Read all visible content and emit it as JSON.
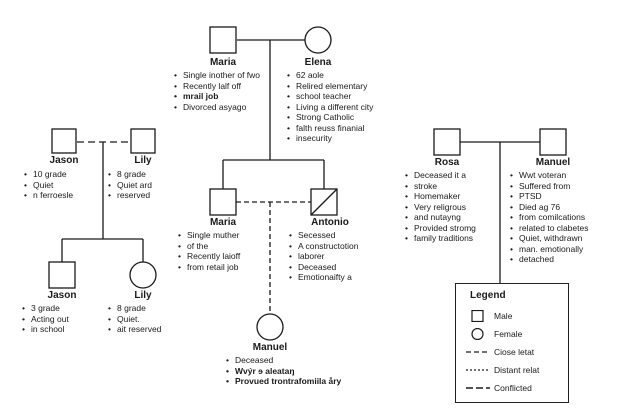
{
  "persons": {
    "maria_top": {
      "name": "Maria",
      "notes": [
        "Single inother of fwo",
        "Recently lalf off",
        "mrail job",
        "Divorced asyago"
      ]
    },
    "elena": {
      "name": "Elena",
      "notes": [
        "62 aole",
        "Relired elementary",
        "school teacher",
        "Living a different city",
        "Strong Catholic",
        "falth  reuss finanial",
        "insecurity"
      ]
    },
    "jason_top": {
      "name": "Jason",
      "notes": [
        "10 grade",
        "Quiet",
        "n ferroesle"
      ]
    },
    "lily_top": {
      "name": "Lily",
      "notes": [
        "8 grade",
        "Quiet ard",
        "reserved"
      ]
    },
    "maria_mid": {
      "name": "Maria",
      "notes": [
        "Single muther",
        "of the",
        "Recently laioff",
        "from retail job"
      ]
    },
    "antonio": {
      "name": "Antonio",
      "notes": [
        "Secessed",
        "A constructotion",
        "laborer",
        "Deceased",
        "Emotionaifty a"
      ]
    },
    "jason_bottom": {
      "name": "Jason",
      "notes": [
        "3 grade",
        "Acting out",
        "in school"
      ]
    },
    "lily_bottom": {
      "name": "Lily",
      "notes": [
        "8 grade",
        "Quiet.",
        "ait reserved"
      ]
    },
    "manuel_bottom": {
      "name": "Manuel",
      "notes": [
        "Deceased",
        "Wvýr ɘ aleataŋ",
        "Provued trontrafomiila åry"
      ]
    },
    "rosa": {
      "name": "Rosa",
      "notes": [
        "Deceased it a",
        "stroke",
        "Homemaker",
        "Very religrous",
        "and nutayng",
        "Provided stromg",
        "family traditions"
      ]
    },
    "manuel_right": {
      "name": "Manuel",
      "notes": [
        "Wwt voteran",
        "Suffered from",
        "PTSD",
        "Died ag 76",
        "from comilcations",
        "related to clabetes",
        "Quiet, withdrawn",
        "man. emotionally",
        "detached"
      ]
    }
  },
  "legend": {
    "title": "Legend",
    "items": [
      "Male",
      "Female",
      "Ciose letat",
      "Distant relat",
      "Conflicted"
    ]
  }
}
